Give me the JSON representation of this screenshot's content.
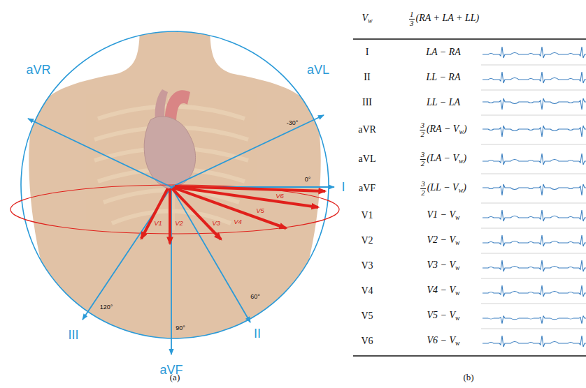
{
  "diagram": {
    "labels": [
      "aVR",
      "aVL",
      "-30°",
      "0°",
      "I",
      "V6",
      "V5",
      "V4",
      "V3",
      "V2",
      "V1",
      "120°",
      "90°",
      "60°",
      "III",
      "aVF",
      "II",
      "(a)",
      "V",
      "w",
      "1",
      "3",
      "(RA + LA + LL)",
      "I",
      "LA − RA",
      "II",
      "LL − RA",
      "III",
      "LL − LA",
      "aVR",
      "3",
      "2",
      "(RA − V",
      "w",
      ")",
      "aVL",
      "3",
      "2",
      "(LA − V",
      "w",
      ")",
      "aVF",
      "3",
      "2",
      "(LL − V",
      "w",
      ")",
      "V1",
      "V1 − V",
      "w",
      "V2",
      "V2 − V",
      "w",
      "V3",
      "V3 − V",
      "w",
      "V4",
      "V4 − V",
      "w",
      "V5",
      "V5 − V",
      "w",
      "V6",
      "V6 − V",
      "w",
      "(b)"
    ]
  }
}
